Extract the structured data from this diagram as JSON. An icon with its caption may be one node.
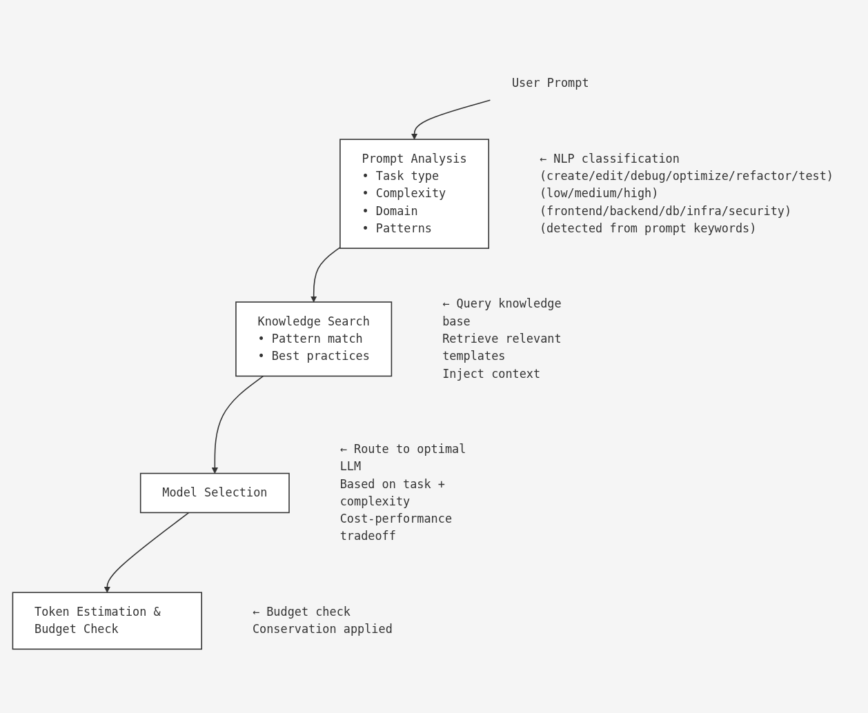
{
  "diagram": {
    "nodes": [
      {
        "text": [
          "User Prompt"
        ]
      },
      {
        "text": [
          "Prompt Analysis",
          "• Task type",
          "• Complexity",
          "• Domain",
          "• Patterns"
        ],
        "beside": [
          "← NLP classification",
          "(create/edit/debug/optimize/refactor/test)",
          "(low/medium/high)",
          "(frontend/backend/db/infra/security)",
          "(detected from prompt keywords)"
        ]
      },
      {
        "text": [
          "Knowledge Search",
          "• Pattern match",
          "• Best practices"
        ],
        "beside": [
          "← Query knowledge base",
          "Retrieve relevant templates",
          "Inject context"
        ]
      },
      {
        "text": [
          "Model Selection"
        ],
        "beside": [
          "← Route to optimal LLM",
          "Based on task + complexity",
          "Cost-performance tradeoff"
        ]
      },
      {
        "text": [
          "Token Estimation & Budget Check"
        ],
        "beside": [
          "← Budget check",
          "Conservation applied"
        ]
      }
    ],
    "edges": [
      {
        "from": 0,
        "to": 1,
        "arrow": "to"
      },
      {
        "from": 1,
        "to": 2,
        "arrow": "to"
      },
      {
        "from": 2,
        "to": 3,
        "arrow": "to"
      },
      {
        "from": 3,
        "to": 4,
        "arrow": "to"
      }
    ]
  }
}
